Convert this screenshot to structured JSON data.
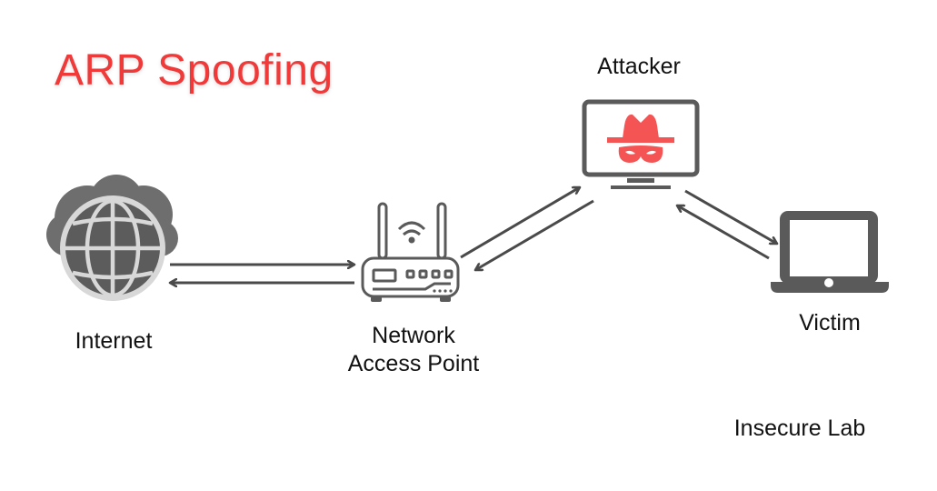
{
  "title": "ARP Spoofing",
  "nodes": {
    "internet": {
      "label": "Internet",
      "icon": "cloud-globe-icon"
    },
    "access_point": {
      "label_line1": "Network",
      "label_line2": "Access Point",
      "icon": "wifi-router-icon"
    },
    "attacker": {
      "label": "Attacker",
      "icon": "hacker-monitor-icon"
    },
    "victim": {
      "label": "Victim",
      "icon": "laptop-icon"
    }
  },
  "connections": [
    {
      "from": "internet",
      "to": "access_point",
      "direction": "bidirectional"
    },
    {
      "from": "access_point",
      "to": "attacker",
      "direction": "bidirectional"
    },
    {
      "from": "attacker",
      "to": "victim",
      "direction": "bidirectional"
    }
  ],
  "footer": "Insecure Lab",
  "colors": {
    "title": "#f03a3a",
    "accent": "#f55454",
    "icon": "#5a5a5a",
    "text": "#111111"
  }
}
